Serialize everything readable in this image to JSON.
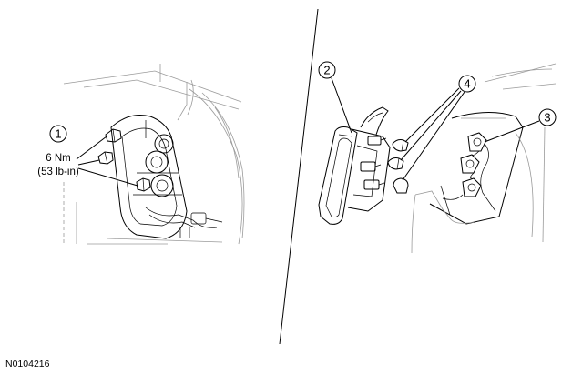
{
  "callouts": {
    "c1": "1",
    "c2": "2",
    "c3": "3",
    "c4": "4"
  },
  "torque": {
    "line1": "6 Nm",
    "line2": "(53 lb-in)"
  },
  "figure_id": "N0104216"
}
